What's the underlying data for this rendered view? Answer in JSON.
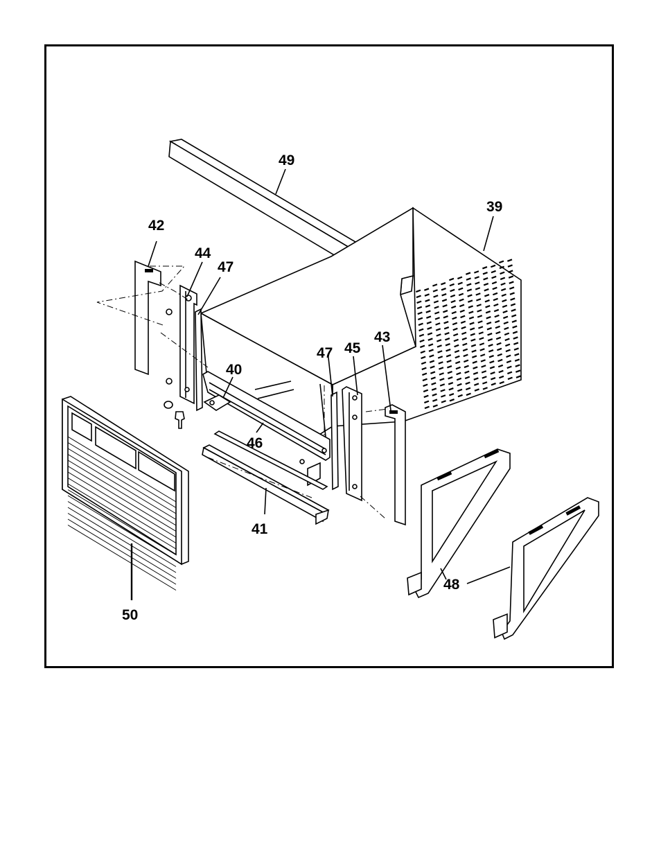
{
  "diagram": {
    "colors": {
      "line": "#000000",
      "background": "#ffffff"
    },
    "parts": [
      {
        "id": "p39",
        "label": "39"
      },
      {
        "id": "p40",
        "label": "40"
      },
      {
        "id": "p41",
        "label": "41"
      },
      {
        "id": "p42",
        "label": "42"
      },
      {
        "id": "p43",
        "label": "43"
      },
      {
        "id": "p44",
        "label": "44"
      },
      {
        "id": "p45",
        "label": "45"
      },
      {
        "id": "p46",
        "label": "46"
      },
      {
        "id": "p47a",
        "label": "47"
      },
      {
        "id": "p47b",
        "label": "47"
      },
      {
        "id": "p48",
        "label": "48"
      },
      {
        "id": "p49",
        "label": "49"
      },
      {
        "id": "p50",
        "label": "50"
      }
    ]
  }
}
